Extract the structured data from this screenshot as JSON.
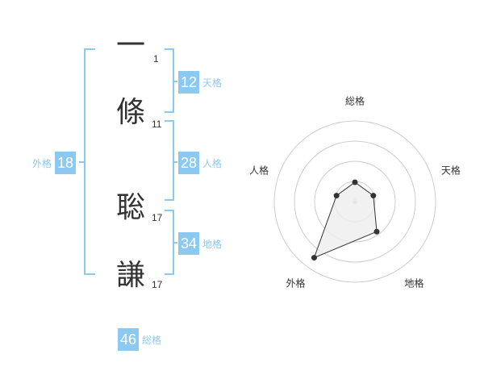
{
  "name": {
    "characters": [
      {
        "char": "一",
        "strokes": "1"
      },
      {
        "char": "條",
        "strokes": "11"
      },
      {
        "char": "聡",
        "strokes": "17"
      },
      {
        "char": "謙",
        "strokes": "17"
      }
    ]
  },
  "kakusu": {
    "tenkaku": {
      "value": "12",
      "label": "天格"
    },
    "jinkaku": {
      "value": "28",
      "label": "人格"
    },
    "chikaku": {
      "value": "34",
      "label": "地格"
    },
    "gaikaku": {
      "value": "18",
      "label": "外格"
    },
    "soukaku": {
      "value": "46",
      "label": "総格"
    }
  },
  "chart_data": {
    "type": "radar",
    "axes": [
      "総格",
      "天格",
      "地格",
      "外格",
      "人格"
    ],
    "values": [
      1.2,
      1.2,
      2.3,
      4.3,
      1.2
    ],
    "max": 5,
    "rings": 4,
    "colors": {
      "fill": "#eeeeee",
      "line": "#333333",
      "grid": "#cccccc",
      "point": "#333333"
    }
  }
}
